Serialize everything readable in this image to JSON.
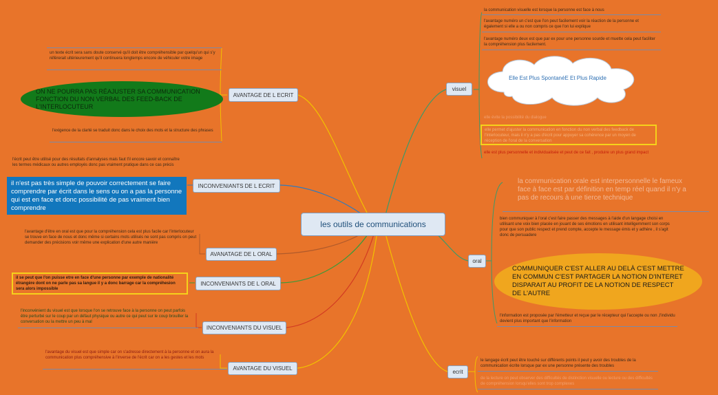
{
  "central": "les outils de communications",
  "left": {
    "avantage_ecrit": {
      "label": "AVANTAGE DE L ECRIT",
      "note1": "un texte écrit sera sans doute conservé qu'il doit être compréhensible par quelqu'un qui s'y référerait ultérieurement qu'il continuera longtemps encore de véhiculer votre image",
      "bubble": "ON NE POURRA PAS RÉAJUSTER SA COMMUNICATION FONCTION DU NON VERBAL DES FEED-BACK DE L'INTERLOCUTEUR",
      "note2": "l'exigence de la clarté se traduit donc dans le choix des mots et la structure des phrases"
    },
    "inconvenients_ecrit": {
      "label": "INCONVENIANTS DE L ECRIT",
      "note": "l'écrit peut être utilisé pour des résultats d'annalyses mais faut t'il encore savoir et connaître les termes médicaux ou autres employés donc pas vraiment pratique dans ce cas précis",
      "box": "il n'est pas très simple de pouvoir correctement se faire comprendre par écrit dans le sens ou on a pas la personne qui est en face et donc possibilité de pas vraiment bien comprendre"
    },
    "avantage_oral": {
      "label": "AVANATAGE DE L ORAL",
      "note": "l'avantage d'être en oral est que pour la compréhension cela est plus facile car l'interlocuteur se trouve en face de nous et donc même si certains mots utilisés ne sont pas compris on peut demander des précisions voir même une explication d'une autre manière"
    },
    "inconvenients_oral": {
      "label": "INCONVENIANTS DE L ORAL",
      "box": "il se peut que l'on puisse etre en face d'une personne par exemple de nationalité étrangère dont on ne parle pas sa langue il y a donc barrage car la compréhesion sera alors impossible"
    },
    "inconvenients_visuel": {
      "label": "INCONVENIANTS DU VISUEL",
      "note": "l'inconvénient du visuel est que lorsque l'on se retrouve face à la personne on peut parfois être perturbé sur le coup par un défaut physique ou autre ce qui peut sur le coup brouiller la conversation ou la mettre un peu à mal"
    },
    "avantage_visuel": {
      "label": "AVANTAGE DU VISUEL",
      "note": "l'avantage du visuel est que simple car on s'adresse directement à la personne et on aura la communication plus compréhensive à l'inverse de l'écrit car on a les gestes et les mots"
    }
  },
  "right": {
    "visuel": {
      "label": "visuel",
      "note1": "la communication visuelle est lorsque la personne est face à nous",
      "note2": "l'avantage numéro un c'est que l'on peut facilement voir la réaction de la personne et également si elle a ou non compris ce que l'on lui explique",
      "note3": "l'avantage numéro deux est que par ex pour une personne sourde et muette cela peut faciliter la compréhension plus facilement.",
      "cloud": "Elle Est Plus SpontanéE Et Plus Rapide",
      "faint1": "elle évite la possibilité du dialogue",
      "yellow": "elle permet d'ajuster la communication en fonction du non verbal des feedback de l'interlocuteur, mais il n'y a pas d'écrit pour appuyer sa cohérence par un moyen de réception de l'oral de la conversation",
      "red": "elle est plus personnelle et individualisée et peut de ce fait , produire un plus grand impact"
    },
    "oral": {
      "label": "oral",
      "big": "la communication orale est interpersonnelle le fameux face à face est par définition en temp réel quand il n'y a pas de recours à une tierce technique",
      "note1": "bien communiquer à l'oral c'est faire passer des messages à l'aide d'un langage choisi en utilisant une voix bien placée en jouant de ses émotions en utilisant intelligemment son corps pour que son public respect et prend compte, accepte le message émis et y adhère , il s'agit donc de persuadere",
      "bubble": "COMMUNIQUER C'EST ALLER AU DELÀ C'EST METTRE EN COMMUN C'EST PARTAGER LA NOTION D'INTERET DISPARAIT AU PROFIT DE LA NOTION DE RESPECT DE L'AUTRE",
      "note2": "l'information est proposée par l'émetteur et reçue par le récepteur qui l'accepte ou non ,l'individu devient plus important que l'information"
    },
    "ecrit": {
      "label": "ecrit",
      "note1": "le langage écrit peut être touché sur différents points il peut y avoir des troubles de la communication écrite lorsque par ex une personne présente des troubles",
      "faint": "de la lecture on peut observer des difficultés de distinction visuelle ou lecture ou des difficultés de compréhension lorsqu'elles sont trop complexes"
    }
  },
  "colors": {
    "background": "#e8742a",
    "topic_fill": "#dfe8f3",
    "green_bubble": "#127a1a",
    "orange_bubble": "#f0a61e",
    "blue_box": "#1277bd",
    "yellow_border": "#f5d21b"
  }
}
